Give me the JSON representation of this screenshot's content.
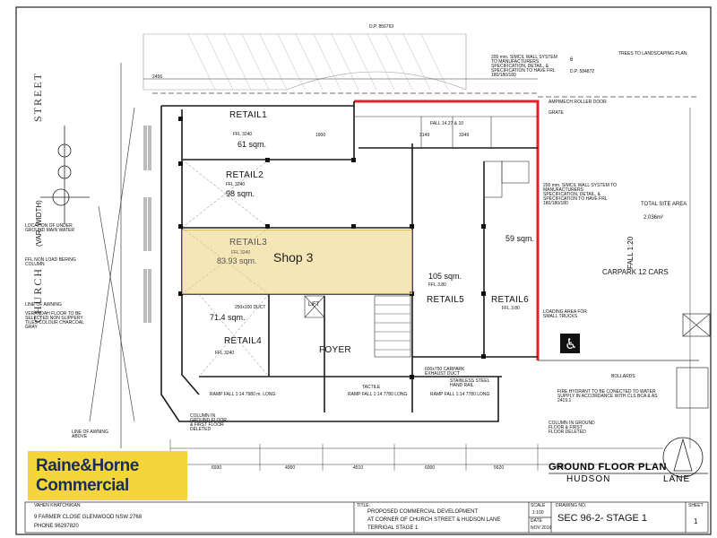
{
  "plan": {
    "dp_north": "D.P. 856763",
    "dp_east": "D.P. 584872",
    "lot_no": "6",
    "street_name_1": "STREET",
    "street_name_2": "CHURCH",
    "street_width": "(VAR. WIDTH)",
    "trees_note": "TREES TO LANDSCAPING PLAN",
    "wall_note_top": "200 mm. SIMCIL WALL SYSTEM TO MANUFACTURERS SPECIFICATION, DETAIL, & SPECIFICATION TO HAVE FRL 180/180/180",
    "wall_note_right": "200 mm. SIMCIL WALL SYSTEM TO MANUFACTURERS SPECIFICATION, DETAIL, & SPECIFICATION TO HAVE FRL 180/180/180",
    "roller_door": "AMPIMECH ROLLER DOOR",
    "grate": "GRATE",
    "fall_top": "FALL 14.27 & 10",
    "fall_right": "FALL 1:20",
    "total_site_area_label": "TOTAL SITE AREA",
    "total_site_area_value": "2,036m²",
    "carpark": "CARPARK 12 CARS",
    "loading": "LOADING AREA FOR SMALL TRUCKS",
    "bollards": "BOLLARDS",
    "fire_hydrant": "FIRE HYDRANT TO BE CONECTED TO WATER SUPPLY IN ACCORDANCE WITH CLS BCA & AS 2419.1",
    "column_note_right": "COLUMN IN GROUND FLOOR & FIRST FLOOR DELETED",
    "column_note_left": "COLUMN IN GROUND FLOOR & FIRST FLOOR DELETED",
    "line_of_awning": "LINE OF AWNING",
    "line_of_awning_above": "LINE OF AWNING ABOVE",
    "ffl_note": "FFL NON LOAD BERING COLUMN",
    "veranda_note": "VERANDAH FLOOR TO BE SELECTED NON SLIPPERY TILES COLOUR CHARCOAL GRAY",
    "water_main": "LOCATION OF UNDER GROUND MAIN WATER",
    "ramp_left": "RAMP FALL 1:14 7980 m. LONG",
    "ramp_mid": "RAMP FALL 1:14 7780 LONG",
    "ramp_right": "RAMP FALL 1:14 7780 LONG",
    "tactile": "TACTILE",
    "stainless": "STAINLESS STEEL HAND RAIL",
    "lift": "LIFT",
    "foyer": "FOYER",
    "carpark_exhaust": "600x750 CARPARK EXHAUST DUCT",
    "duct": "250x100 DUCT"
  },
  "rooms": {
    "retail1": {
      "name": "RETAIL1",
      "area": "61 sqm.",
      "ffl": "FFL 3240"
    },
    "retail2": {
      "name": "RETAIL2",
      "area": "98 sqm.",
      "ffl": "FFL 3240"
    },
    "retail3": {
      "name": "RETAIL3",
      "area": "83.93 sqm.",
      "ffl": "FFL 3240"
    },
    "retail4": {
      "name": "RETAIL4",
      "area": "71.4 sqm.",
      "ffl": "FFL 3240"
    },
    "retail5": {
      "name": "RETAIL5",
      "area": "105 sqm.",
      "ffl": "FFL 3.80"
    },
    "retail6": {
      "name": "RETAIL6",
      "area": "59 sqm.",
      "ffl": "FFL 3.80"
    }
  },
  "highlight": {
    "label": "Shop 3",
    "color": "#ecd278"
  },
  "dims_bottom": [
    "6930",
    "4000",
    "4510",
    "6000",
    "5620",
    "6000"
  ],
  "dims_top": [
    "2456",
    "3149",
    "1900",
    "3349"
  ],
  "title_block": {
    "agent_name": "VAHEN KHATCHIKIAN",
    "agent_address": "9 FARMER CLOSE GLENWOOD NSW 2768",
    "agent_phone": "PHONE 96297820",
    "title_label": "TITLE:",
    "title_line1": "PROPOSED COMMERCIAL DEVELOPMENT",
    "title_line2": "AT CORNER OF CHURCH STREET & HUDSON LANE",
    "title_line3": "TERRIGAL STAGE 1",
    "scale_label": "SCALE",
    "scale_value": "1:100",
    "date_label": "DATE",
    "date_value": "NOV 2016",
    "drawing_label": "DRAWING NO.",
    "drawing_value": "SEC 96-2- STAGE 1",
    "sheet_label": "SHEET",
    "sheet_value": "1"
  },
  "brand": {
    "line1": "Raine&Horne",
    "line2": "Commercial",
    "color_bg": "#f5d63a",
    "color_text": "#1a2d5c"
  },
  "footer": {
    "plan_name": "GROUND FLOOR PLAN",
    "lane_1": "HUDSON",
    "lane_2": "LANE"
  },
  "colors": {
    "boundary": "#e0202a",
    "lines": "#1a1a1a"
  }
}
